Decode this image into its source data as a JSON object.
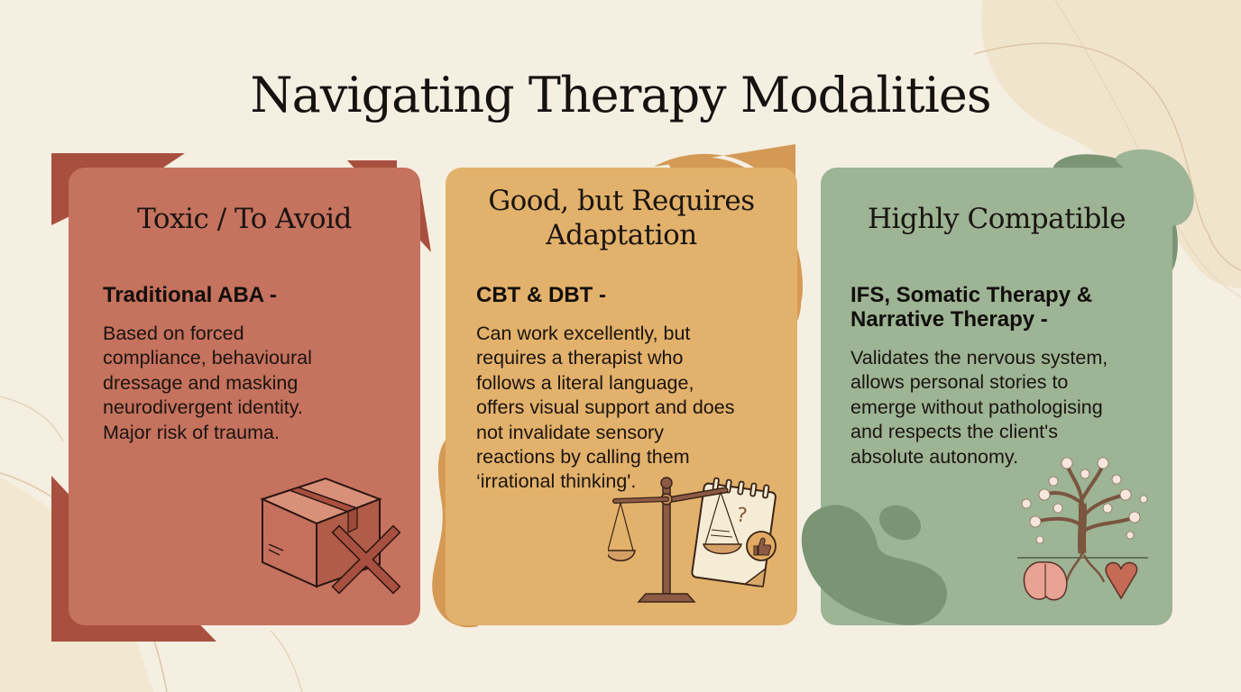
{
  "slide": {
    "title": "Navigating Therapy Modalities"
  },
  "colors": {
    "background": "#f5efe2",
    "red_card": "#c5725e",
    "red_accent": "#a8503f",
    "yellow_card": "#e2b16b",
    "yellow_accent": "#d49a55",
    "green_card": "#9db495",
    "green_accent": "#7b9474"
  },
  "cards": [
    {
      "heading": "Toxic / To Avoid",
      "subheading": "Traditional ABA -",
      "body_lines": [
        "Based on forced",
        "compliance, behavioural",
        "dressage and masking",
        "neurodivergent identity.",
        "Major risk of trauma."
      ],
      "icon": "crossed-out-box-icon"
    },
    {
      "heading_lines": [
        "Good, but Requires",
        "Adaptation"
      ],
      "subheading": "CBT & DBT -",
      "body_lines": [
        "Can work excellently, but",
        "requires a therapist who",
        "follows a literal language,",
        "offers visual support and does",
        "not invalidate sensory",
        "reactions by calling them",
        "‘irrational thinking'."
      ],
      "icon": "scale-and-notepad-icon"
    },
    {
      "heading": "Highly Compatible",
      "subheading_lines": [
        "IFS, Somatic Therapy &",
        "Narrative Therapy -"
      ],
      "body_lines": [
        "Validates the nervous system,",
        "allows personal stories to",
        "emerge without pathologising",
        "and respects the client's",
        "absolute autonomy."
      ],
      "icon": "tree-brain-heart-icon"
    }
  ]
}
